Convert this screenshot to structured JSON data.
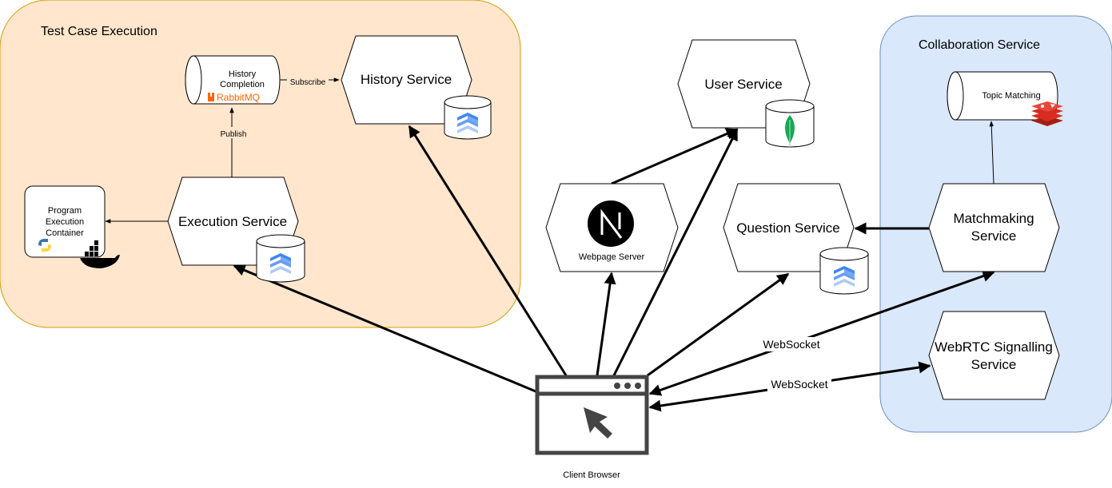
{
  "groups": {
    "test_case_execution": "Test Case Execution",
    "collaboration_service": "Collaboration Service"
  },
  "nodes": {
    "history_completion": {
      "line1": "History",
      "line2": "Completion",
      "brand": "RabbitMQ"
    },
    "history_service": "History Service",
    "program_container": {
      "line1": "Program",
      "line2": "Execution",
      "line3": "Container"
    },
    "execution_service": "Execution Service",
    "user_service": "User Service",
    "webpage_server": "Webpage Server",
    "question_service": "Question Service",
    "topic_matching": "Topic Matching",
    "matchmaking_service": {
      "line1": "Matchmaking",
      "line2": "Service"
    },
    "webrtc_service": {
      "line1": "WebRTC Signalling",
      "line2": "Service"
    },
    "client_browser": "Client Browser"
  },
  "edges": {
    "subscribe": "Subscribe",
    "publish": "Publish",
    "websocket_matchmaking": "WebSocket",
    "websocket_webrtc": "WebSocket"
  },
  "colors": {
    "test_group_fill": "#FFE6CC",
    "test_group_stroke": "#D79B00",
    "collab_group_fill": "#DAE8FC",
    "collab_group_stroke": "#6C8EBF",
    "rabbitmq_orange": "#FF6600",
    "mongodb_green": "#13AA52",
    "redis_red": "#D82C20",
    "firestore_blue": "#4285F4",
    "browser_gray": "#444444"
  },
  "icons": [
    "rabbitmq-icon",
    "firestore-icon",
    "python-icon",
    "docker-icon",
    "mongodb-icon",
    "nextjs-icon",
    "redis-icon",
    "cursor-icon"
  ]
}
